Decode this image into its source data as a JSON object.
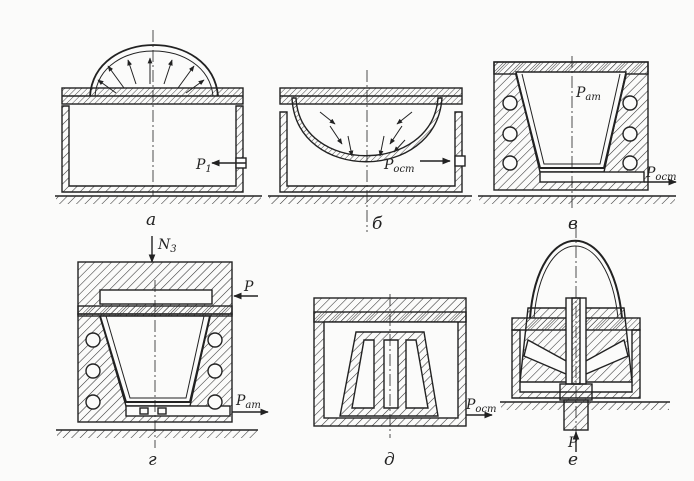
{
  "captions": {
    "a": "а",
    "b": "б",
    "v": "в",
    "g": "г",
    "d": "д",
    "e": "е"
  },
  "labels": {
    "p1": {
      "main": "P",
      "sub": "1"
    },
    "post_b": {
      "main": "P",
      "sub": "ост"
    },
    "pat_v": {
      "main": "P",
      "sub": "ат"
    },
    "post_v": {
      "main": "P",
      "sub": "ост"
    },
    "n3": {
      "main": "N",
      "sub": "3"
    },
    "p_g": "P",
    "pat_g": {
      "main": "P",
      "sub": "ат"
    },
    "post_d": {
      "main": "P",
      "sub": "ост"
    },
    "p_e": "P"
  }
}
